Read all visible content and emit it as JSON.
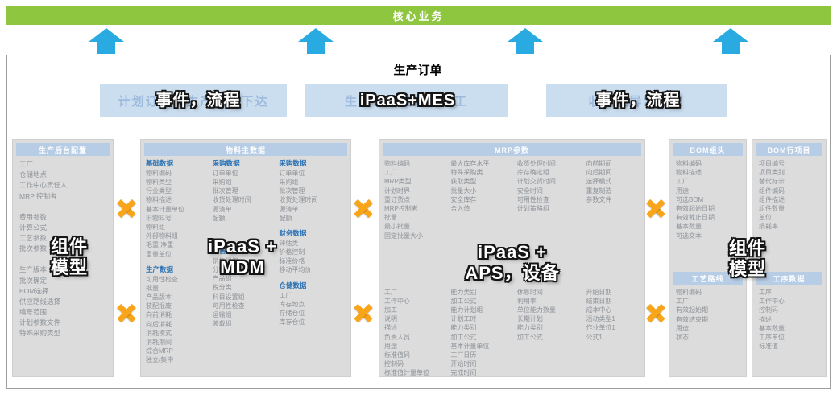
{
  "banner": {
    "label": "核心业务"
  },
  "colors": {
    "banner_green": "#8EC63F",
    "arrow_blue": "#29ABE2",
    "connector_orange": "#F9A51A",
    "panel_gray": "#DCDCDC",
    "panel_header_blue": "#B7CCE5",
    "section_title_blue": "#2E74B5"
  },
  "main": {
    "title": "生产订单",
    "process_row": [
      {
        "faint_label": "计划订单转生产订单下达",
        "overlay_label": "事件，流程"
      },
      {
        "faint_label": "生产订单投料及报工",
        "overlay_label": "iPaaS+MES"
      },
      {
        "faint_label": "收货及异常处理",
        "overlay_label": "事件，流程"
      }
    ],
    "backend_panel": {
      "header": "生产后台配置",
      "overlay_label": "组件\n模型",
      "items": [
        "工厂",
        "仓储地点",
        "工作中心责任人",
        "MRP 控制者",
        "",
        "费用参数",
        "计算公式",
        "工艺参数",
        "批次参数",
        "",
        "生产版本",
        "批次确定",
        "BOM选择",
        "供应路线选择",
        "编号范围",
        "计划参数文件",
        "特殊采购类型"
      ]
    },
    "material_panel": {
      "header": "物料主数据",
      "overlay_label": "iPaaS +\nMDM",
      "columns": [
        {
          "sections": [
            {
              "title": "基础数据",
              "items": [
                "物料编码",
                "物料类型",
                "行业类型",
                "物料描述",
                "基本计量单位",
                "旧物料号",
                "物料组",
                "外部物料组",
                "毛重 净重",
                "重量单位"
              ]
            },
            {
              "title": "生产数据",
              "items": [
                "可用性检查",
                "批量",
                "产品版本",
                "装配报废",
                "向前消耗",
                "向后消耗",
                "消耗模式",
                "消耗期间",
                "综合MRP",
                "独立/集中"
              ]
            }
          ]
        },
        {
          "sections": [
            {
              "title": "采购数据",
              "items": [
                "订单单位",
                "采购组",
                "批次管理",
                "收货处理时间",
                "源清单",
                "配额"
              ]
            },
            {
              "title": "销售数据",
              "items": [
                "销售组织",
                "分销渠道",
                "产品组",
                "税分类",
                "科目设置组",
                "可用性检查",
                "运输组",
                "装载组"
              ]
            }
          ]
        },
        {
          "sections": [
            {
              "title": "采购数据",
              "items": [
                "订单单位",
                "采购组",
                "批次管理",
                "收货处理时间",
                "源清单",
                "配额"
              ]
            },
            {
              "title": "财务数据",
              "items": [
                "评估类",
                "价格控制",
                "标准价格",
                "移动平均价"
              ]
            },
            {
              "title": "仓储数据",
              "items": [
                "工厂",
                "库存地点",
                "存储仓位",
                "库存仓位"
              ]
            }
          ]
        }
      ]
    },
    "mrp_panel": {
      "header": "MRP参数",
      "overlay_label": "iPaaS +\nAPS，设备",
      "top_columns": [
        [
          "物料编码",
          "工厂",
          "MRP类型",
          "计划时界",
          "重订货点",
          "MRP控制者",
          "批量",
          "最小批量",
          "固定批量大小"
        ],
        [
          "最大库存水平",
          "特殊采购类",
          "获取类型",
          "批量大小",
          "安全库存",
          "舍入值"
        ],
        [
          "收货处理时间",
          "库存确定组",
          "计划交货时间",
          "安全时间",
          "可用性检查",
          "计划策略组"
        ],
        [
          "向前期间",
          "向后期间",
          "选择模式",
          "重复制造",
          "参数文件"
        ]
      ],
      "bottom_columns": [
        [
          "工厂",
          "工作中心",
          "加工",
          "说明",
          "描述",
          "负责人员",
          "用途",
          "标准值码",
          "控制码",
          "标准值计量单位"
        ],
        [
          "能力类别",
          "加工公式",
          "能力计划组",
          "计划工时",
          "能力类别",
          "加工公式",
          "基本计量单位",
          "工厂日历",
          "开始时间",
          "完成时间"
        ],
        [
          "休息时间",
          "利用率",
          "单位能力数量",
          "长期计划",
          "能力类别",
          "加工公式"
        ],
        [
          "开始日期",
          "结束日期",
          "成本中心",
          "活动类型1",
          "作业单位1",
          "公式1"
        ]
      ]
    },
    "bom_header_panel": {
      "header": "BOM组头",
      "items": [
        "物料编码",
        "物料描述",
        "工厂",
        "用途",
        "可选BOM",
        "有效起始日期",
        "有效截止日期",
        "基本数量",
        "可选文本"
      ]
    },
    "bom_item_panel": {
      "header": "BOM行项目",
      "items": [
        "项目编号",
        "项目类别",
        "替代标示",
        "组件编码",
        "组件描述",
        "组件数量",
        "单位",
        "损耗率"
      ]
    },
    "routing_panel": {
      "header": "工艺路线",
      "items": [
        "物料编码",
        "工厂",
        "有效起始期",
        "有效结束期",
        "用途",
        "状态"
      ]
    },
    "operation_panel": {
      "header": "工序数据",
      "items": [
        "工序",
        "工作中心",
        "控制码",
        "描述",
        "基本数量",
        "工序单位",
        "标准值"
      ]
    },
    "right_overlay_label": "组件\n模型"
  }
}
